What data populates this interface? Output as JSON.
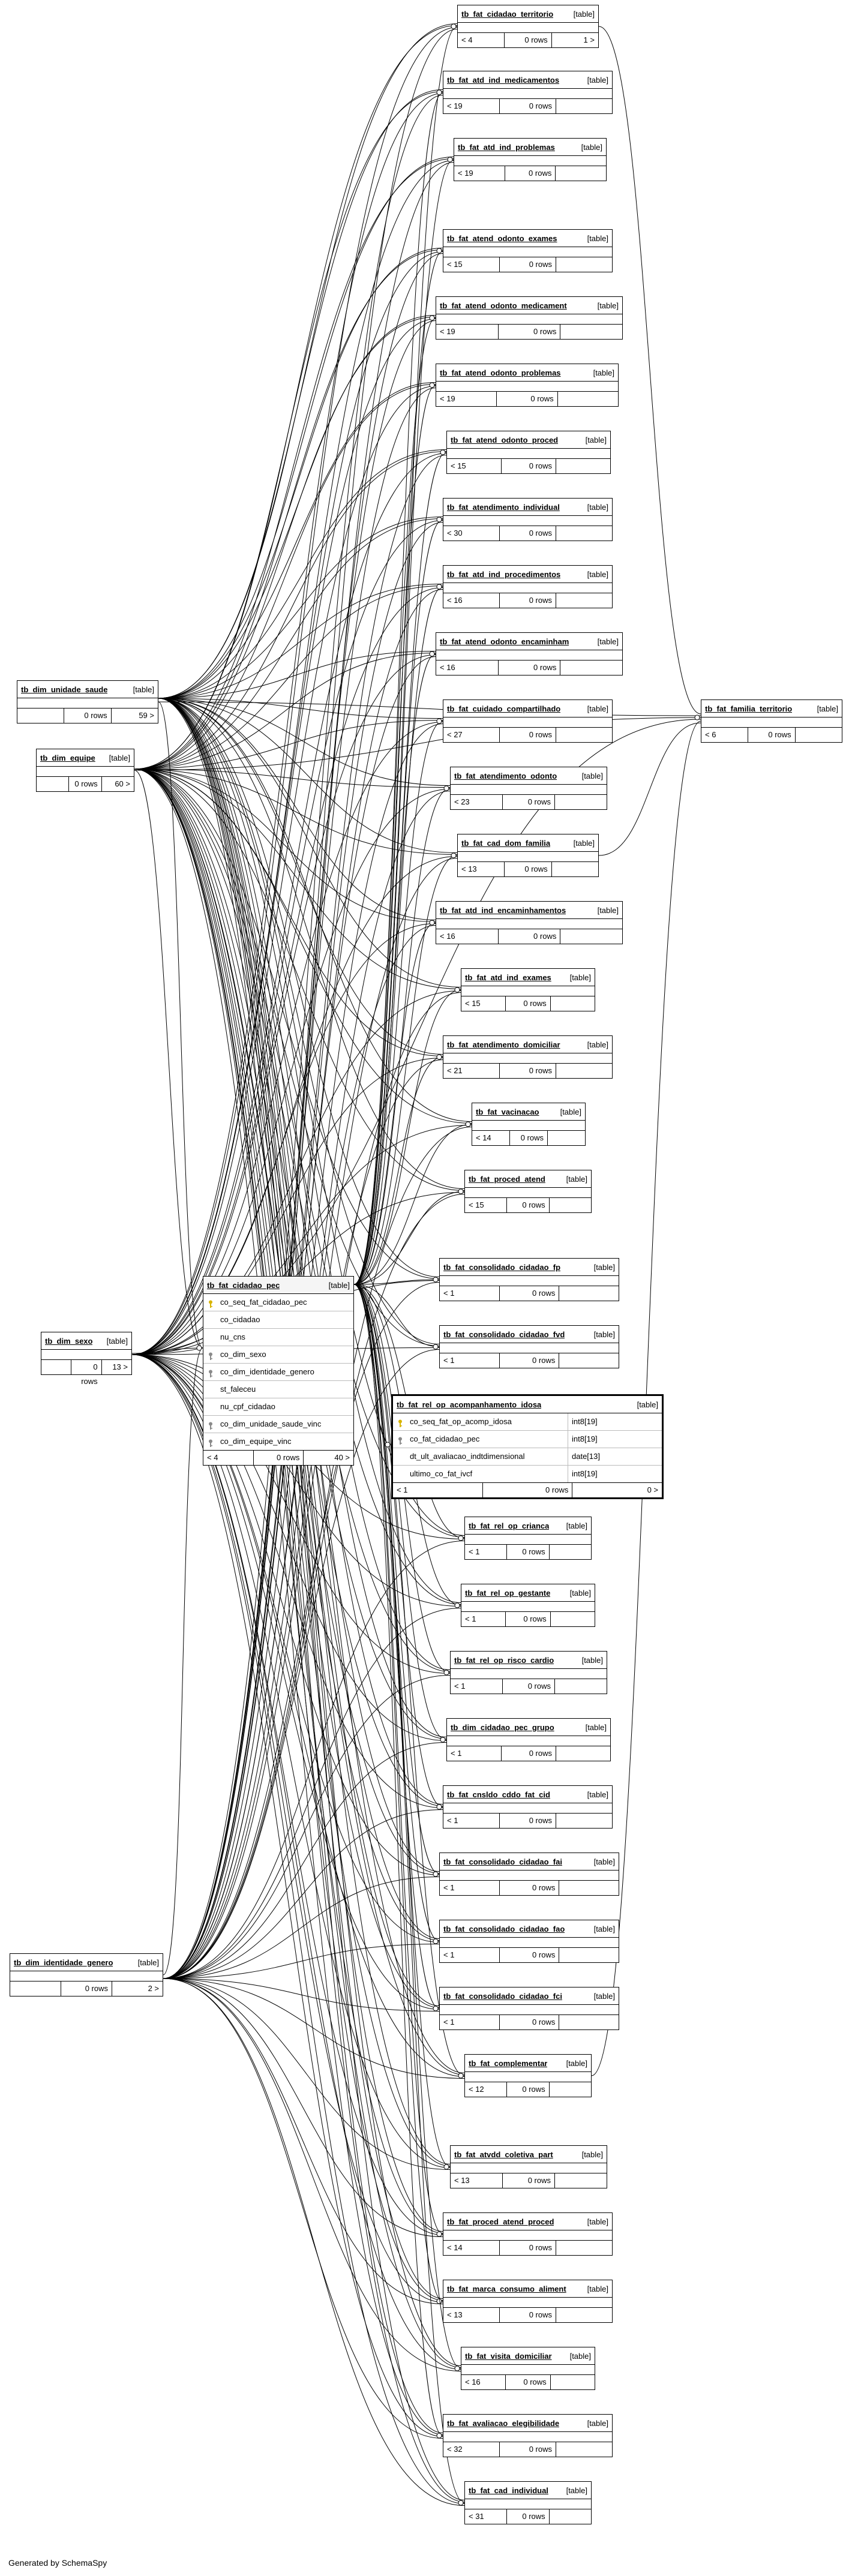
{
  "footer": {
    "generated": "Generated by SchemaSpy"
  },
  "tables": [
    {
      "id": "t01",
      "name": "tb_fat_cidadao_territorio",
      "kind": "[table]",
      "left": "< 4",
      "rows": "0 rows",
      "right": "1 >"
    },
    {
      "id": "t02",
      "name": "tb_fat_atd_ind_medicamentos",
      "kind": "[table]",
      "left": "< 19",
      "rows": "0 rows",
      "right": ""
    },
    {
      "id": "t03",
      "name": "tb_fat_atd_ind_problemas",
      "kind": "[table]",
      "left": "< 19",
      "rows": "0 rows",
      "right": ""
    },
    {
      "id": "t04",
      "name": "tb_fat_atend_odonto_exames",
      "kind": "[table]",
      "left": "< 15",
      "rows": "0 rows",
      "right": ""
    },
    {
      "id": "t05",
      "name": "tb_fat_atend_odonto_medicament",
      "kind": "[table]",
      "left": "< 19",
      "rows": "0 rows",
      "right": ""
    },
    {
      "id": "t06",
      "name": "tb_fat_atend_odonto_problemas",
      "kind": "[table]",
      "left": "< 19",
      "rows": "0 rows",
      "right": ""
    },
    {
      "id": "t07",
      "name": "tb_fat_atend_odonto_proced",
      "kind": "[table]",
      "left": "< 15",
      "rows": "0 rows",
      "right": ""
    },
    {
      "id": "t08",
      "name": "tb_fat_atendimento_individual",
      "kind": "[table]",
      "left": "< 30",
      "rows": "0 rows",
      "right": ""
    },
    {
      "id": "t09",
      "name": "tb_fat_atd_ind_procedimentos",
      "kind": "[table]",
      "left": "< 16",
      "rows": "0 rows",
      "right": ""
    },
    {
      "id": "t10",
      "name": "tb_fat_atend_odonto_encaminham",
      "kind": "[table]",
      "left": "< 16",
      "rows": "0 rows",
      "right": ""
    },
    {
      "id": "t11",
      "name": "tb_fat_cuidado_compartilhado",
      "kind": "[table]",
      "left": "< 27",
      "rows": "0 rows",
      "right": ""
    },
    {
      "id": "t12",
      "name": "tb_fat_atendimento_odonto",
      "kind": "[table]",
      "left": "< 23",
      "rows": "0 rows",
      "right": ""
    },
    {
      "id": "t13",
      "name": "tb_fat_cad_dom_familia",
      "kind": "[table]",
      "left": "< 13",
      "rows": "0 rows",
      "right": ""
    },
    {
      "id": "t14",
      "name": "tb_fat_atd_ind_encaminhamentos",
      "kind": "[table]",
      "left": "< 16",
      "rows": "0 rows",
      "right": ""
    },
    {
      "id": "t15",
      "name": "tb_fat_atd_ind_exames",
      "kind": "[table]",
      "left": "< 15",
      "rows": "0 rows",
      "right": ""
    },
    {
      "id": "t16",
      "name": "tb_fat_atendimento_domiciliar",
      "kind": "[table]",
      "left": "< 21",
      "rows": "0 rows",
      "right": ""
    },
    {
      "id": "t17",
      "name": "tb_fat_vacinacao",
      "kind": "[table]",
      "left": "< 14",
      "rows": "0 rows",
      "right": ""
    },
    {
      "id": "t18",
      "name": "tb_fat_proced_atend",
      "kind": "[table]",
      "left": "< 15",
      "rows": "0 rows",
      "right": ""
    },
    {
      "id": "t19",
      "name": "tb_fat_consolidado_cidadao_fp",
      "kind": "[table]",
      "left": "< 1",
      "rows": "0 rows",
      "right": ""
    },
    {
      "id": "t20",
      "name": "tb_fat_consolidado_cidadao_fvd",
      "kind": "[table]",
      "left": "< 1",
      "rows": "0 rows",
      "right": ""
    },
    {
      "id": "t21",
      "name": "tb_fat_rel_op_crianca",
      "kind": "[table]",
      "left": "< 1",
      "rows": "0 rows",
      "right": ""
    },
    {
      "id": "t22",
      "name": "tb_fat_rel_op_gestante",
      "kind": "[table]",
      "left": "< 1",
      "rows": "0 rows",
      "right": ""
    },
    {
      "id": "t23",
      "name": "tb_fat_rel_op_risco_cardio",
      "kind": "[table]",
      "left": "< 1",
      "rows": "0 rows",
      "right": ""
    },
    {
      "id": "t24",
      "name": "tb_dim_cidadao_pec_grupo",
      "kind": "[table]",
      "left": "< 1",
      "rows": "0 rows",
      "right": ""
    },
    {
      "id": "t25",
      "name": "tb_fat_cnsldo_cddo_fat_cid",
      "kind": "[table]",
      "left": "< 1",
      "rows": "0 rows",
      "right": ""
    },
    {
      "id": "t26",
      "name": "tb_fat_consolidado_cidadao_fai",
      "kind": "[table]",
      "left": "< 1",
      "rows": "0 rows",
      "right": ""
    },
    {
      "id": "t27",
      "name": "tb_fat_consolidado_cidadao_fao",
      "kind": "[table]",
      "left": "< 1",
      "rows": "0 rows",
      "right": ""
    },
    {
      "id": "t28",
      "name": "tb_fat_consolidado_cidadao_fci",
      "kind": "[table]",
      "left": "< 1",
      "rows": "0 rows",
      "right": ""
    },
    {
      "id": "t29",
      "name": "tb_fat_complementar",
      "kind": "[table]",
      "left": "< 12",
      "rows": "0 rows",
      "right": ""
    },
    {
      "id": "t30",
      "name": "tb_fat_atvdd_coletiva_part",
      "kind": "[table]",
      "left": "< 13",
      "rows": "0 rows",
      "right": ""
    },
    {
      "id": "t31",
      "name": "tb_fat_proced_atend_proced",
      "kind": "[table]",
      "left": "< 14",
      "rows": "0 rows",
      "right": ""
    },
    {
      "id": "t32",
      "name": "tb_fat_marca_consumo_aliment",
      "kind": "[table]",
      "left": "< 13",
      "rows": "0 rows",
      "right": ""
    },
    {
      "id": "t33",
      "name": "tb_fat_visita_domiciliar",
      "kind": "[table]",
      "left": "< 16",
      "rows": "0 rows",
      "right": ""
    },
    {
      "id": "t34",
      "name": "tb_fat_avaliacao_elegibilidade",
      "kind": "[table]",
      "left": "< 32",
      "rows": "0 rows",
      "right": ""
    },
    {
      "id": "t35",
      "name": "tb_fat_cad_individual",
      "kind": "[table]",
      "left": "< 31",
      "rows": "0 rows",
      "right": ""
    },
    {
      "id": "t36",
      "name": "tb_fat_familia_territorio",
      "kind": "[table]",
      "left": "< 6",
      "rows": "0 rows",
      "right": ""
    },
    {
      "id": "t37",
      "name": "tb_dim_unidade_saude",
      "kind": "[table]",
      "left": "",
      "rows": "0 rows",
      "right": "59 >"
    },
    {
      "id": "t38",
      "name": "tb_dim_equipe",
      "kind": "[table]",
      "left": "",
      "rows": "0 rows",
      "right": "60 >"
    },
    {
      "id": "t39",
      "name": "tb_dim_sexo",
      "kind": "[table]",
      "left": "",
      "rows": "0 rows",
      "right": "13 >"
    },
    {
      "id": "t40",
      "name": "tb_dim_identidade_genero",
      "kind": "[table]",
      "left": "",
      "rows": "0 rows",
      "right": "2 >"
    }
  ],
  "pec": {
    "name": "tb_fat_cidadao_pec",
    "kind": "[table]",
    "columns": [
      {
        "name": "co_seq_fat_cidadao_pec",
        "key": "pk"
      },
      {
        "name": "co_cidadao",
        "key": ""
      },
      {
        "name": "nu_cns",
        "key": ""
      },
      {
        "name": "co_dim_sexo",
        "key": "fk"
      },
      {
        "name": "co_dim_identidade_genero",
        "key": "fk"
      },
      {
        "name": "st_faleceu",
        "key": ""
      },
      {
        "name": "nu_cpf_cidadao",
        "key": ""
      },
      {
        "name": "co_dim_unidade_saude_vinc",
        "key": "fk"
      },
      {
        "name": "co_dim_equipe_vinc",
        "key": "fk"
      }
    ],
    "left": "< 4",
    "rows": "0 rows",
    "right": "40 >"
  },
  "idosa": {
    "name": "tb_fat_rel_op_acompanhamento_idosa",
    "kind": "[table]",
    "columns": [
      {
        "name": "co_seq_fat_op_acomp_idosa",
        "type": "int8[19]",
        "key": "pk"
      },
      {
        "name": "co_fat_cidadao_pec",
        "type": "int8[19]",
        "key": "fk"
      },
      {
        "name": "dt_ult_avaliacao_indtdimensional",
        "type": "date[13]",
        "key": ""
      },
      {
        "name": "ultimo_co_fat_ivcf",
        "type": "int8[19]",
        "key": ""
      }
    ],
    "left": "< 1",
    "rows": "0 rows",
    "right": "0 >"
  }
}
